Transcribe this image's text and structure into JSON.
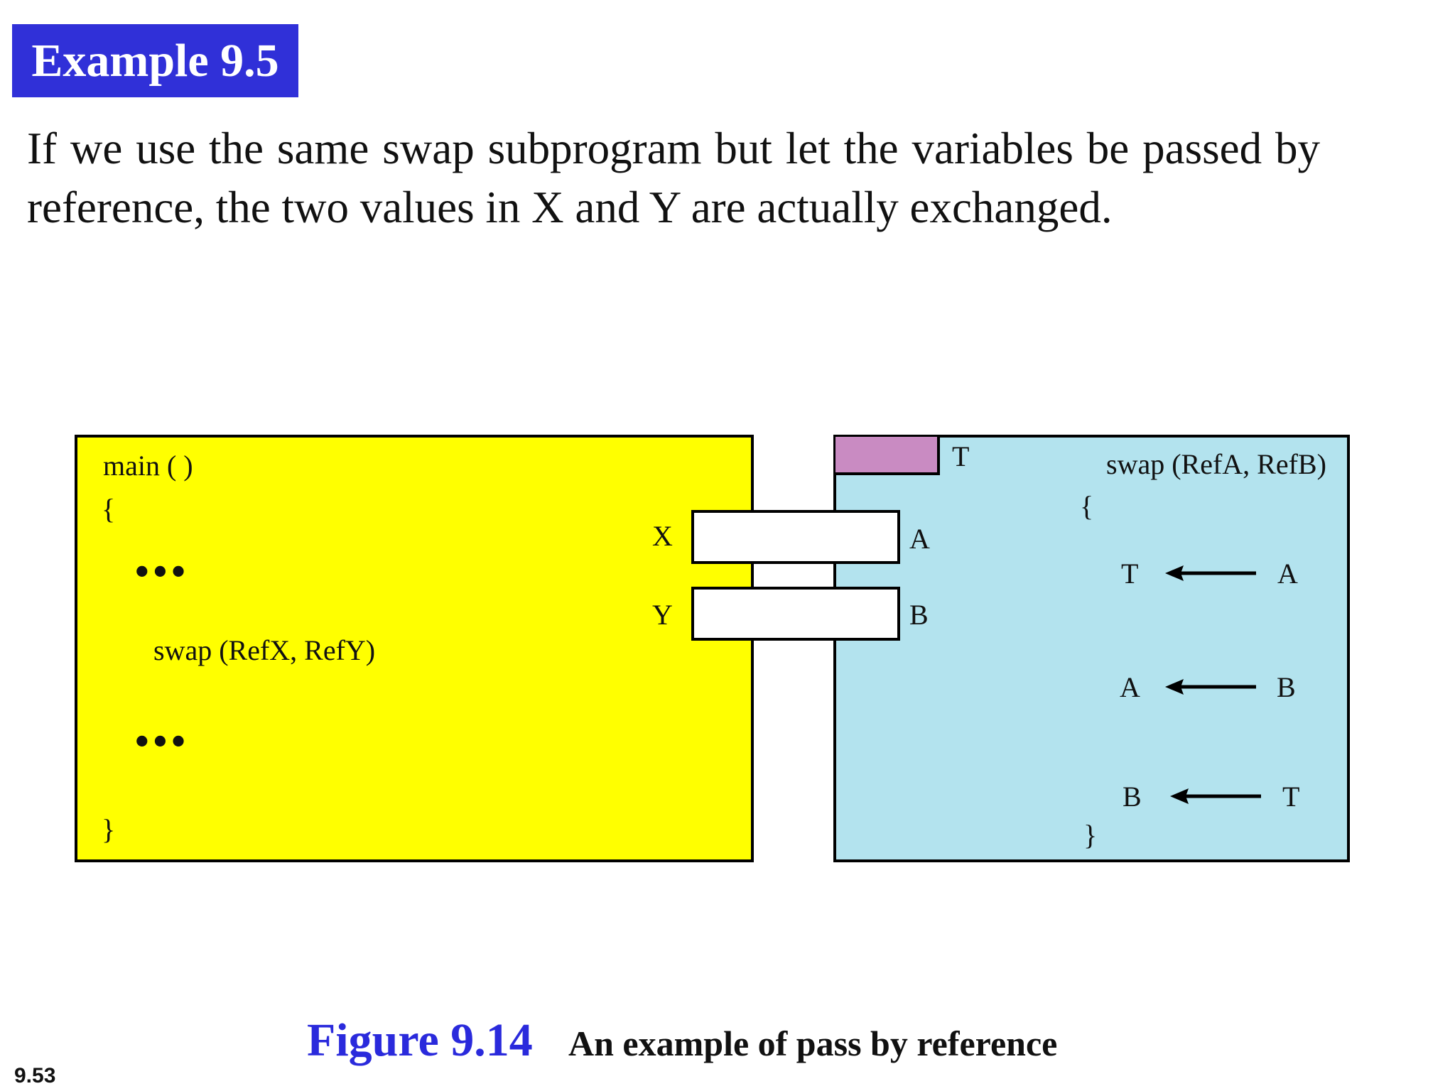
{
  "slide": {
    "title": "Example 9.5",
    "paragraph": "If we use the same swap subprogram but let the variables be passed by reference, the two values in X and Y are actually exchanged.",
    "page_number": "9.53"
  },
  "figure": {
    "number": "Figure 9.14",
    "caption": "An example of pass by reference"
  },
  "colors": {
    "title_bg": "#3030d8",
    "main_bg": "#ffff00",
    "swap_bg": "#b3e3ee",
    "temp_slot": "#c98bc2",
    "caption_number": "#2a2adc"
  },
  "main_program": {
    "header": "main ( )",
    "open_brace": "{",
    "ellipsis_top": "•••",
    "call": "swap (RefX, RefY)",
    "ellipsis_bottom": "•••",
    "close_brace": "}"
  },
  "memory": {
    "x_label": "X",
    "y_label": "Y",
    "a_label": "A",
    "b_label": "B",
    "t_label": "T"
  },
  "swap_program": {
    "header": "swap (RefA, RefB)",
    "open_brace": "{",
    "close_brace": "}",
    "statements": [
      {
        "target": "T",
        "source": "A"
      },
      {
        "target": "A",
        "source": "B"
      },
      {
        "target": "B",
        "source": "T"
      }
    ]
  }
}
